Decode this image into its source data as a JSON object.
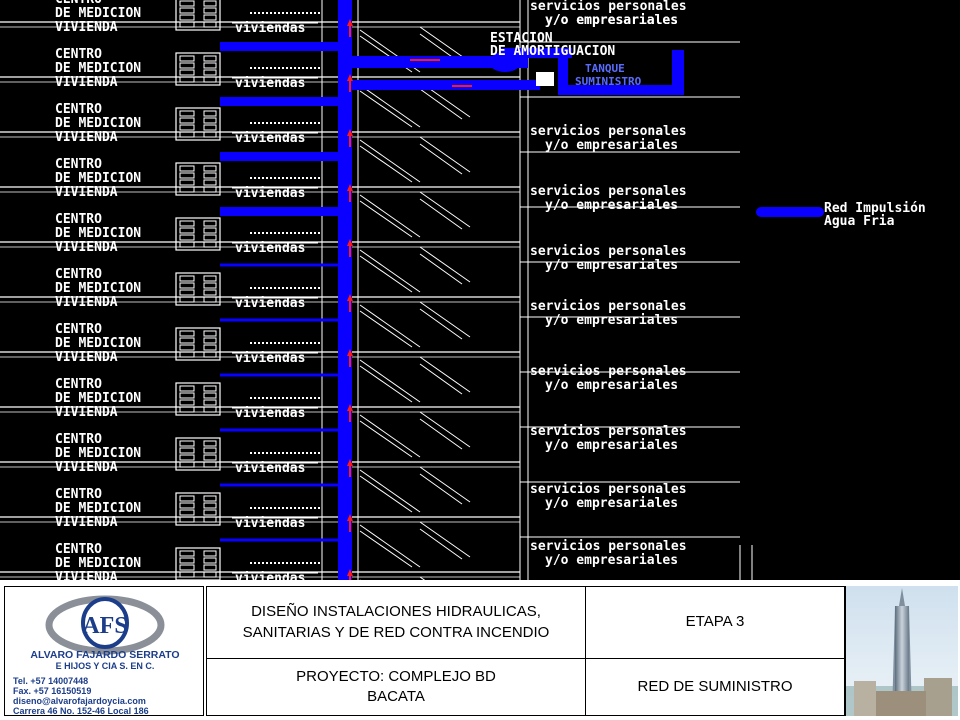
{
  "drawing": {
    "left_floor_labels": [
      [
        "CENTRO",
        "DE MEDICION",
        "VIVIENDA"
      ]
    ],
    "floor_label_line1": "CENTRO",
    "floor_label_line2": "DE MEDICION",
    "floor_label_line3": "VIVIENDA",
    "meter_label": "viviendas",
    "right_label_line1": "servicios personales",
    "right_label_line2": "y/o empresariales",
    "station_line1": "ESTACION",
    "station_line2": "DE AMORTIGUACION",
    "tank_line1": "TANQUE",
    "tank_line2": "SUMINISTRO",
    "red_line1": "Red Impulsión",
    "red_line2": "Agua Fria",
    "colors": {
      "pipe": "#0a00ff",
      "arrow": "#ff1a1a",
      "line": "#ffffff",
      "background": "#000000"
    }
  },
  "titleblock": {
    "company_name": "ALVARO FAJARDO SERRATO",
    "company_sub": "E HIJOS Y CIA S. EN C.",
    "logo_initials": "AFS",
    "contact": [
      "Tel. +57 14007448",
      "Fax. +57 16150519",
      "diseno@alvarofajardoycia.com",
      "Carrera 46 No. 152-46 Local 186"
    ],
    "design_line1": "DISEÑO INSTALACIONES HIDRAULICAS,",
    "design_line2": "SANITARIAS Y DE RED CONTRA INCENDIO",
    "stage": "ETAPA 3",
    "project_line1": "PROYECTO: COMPLEJO BD",
    "project_line2": "BACATA",
    "sheet": "RED DE SUMINISTRO",
    "colors": {
      "brand": "#1c3e8a"
    }
  }
}
